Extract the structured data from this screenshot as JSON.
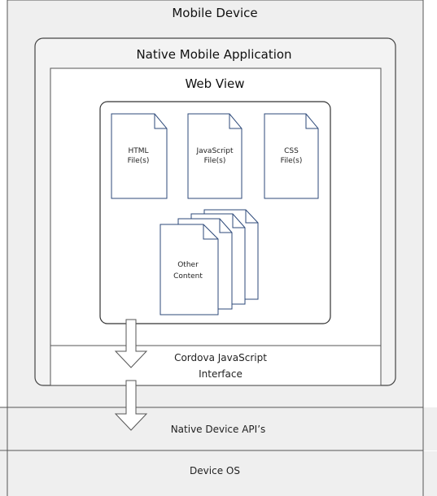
{
  "device": {
    "title": "Mobile Device"
  },
  "app": {
    "title": "Native Mobile Application"
  },
  "webview": {
    "title": "Web View"
  },
  "files": [
    {
      "line1": "HTML",
      "line2": "File(s)"
    },
    {
      "line1": "JavaScript",
      "line2": "File(s)"
    },
    {
      "line1": "CSS",
      "line2": "File(s)"
    }
  ],
  "other": {
    "line1": "Other",
    "line2": "Content"
  },
  "cordova": {
    "line1": "Cordova JavaScript",
    "line2": "Interface"
  },
  "layers": {
    "native_api": "Native Device API’s",
    "device_os": "Device OS"
  },
  "colors": {
    "device_bg": "#efefef",
    "panel_bg": "#ffffff",
    "border": "#555555",
    "doc_stroke": "#2e4a7a"
  }
}
